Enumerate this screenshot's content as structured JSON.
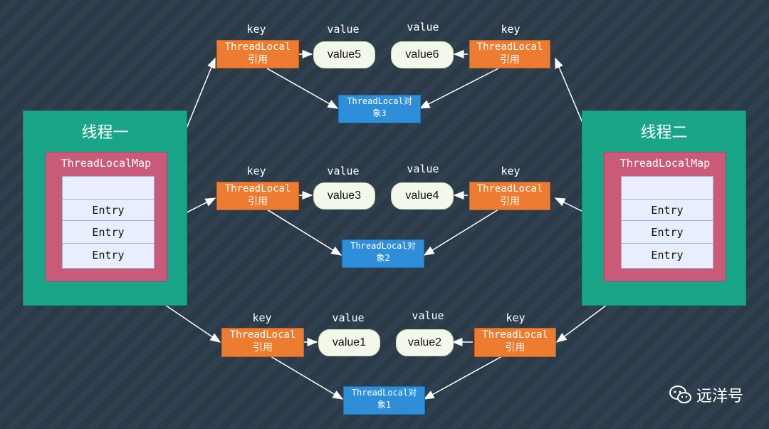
{
  "threads": [
    {
      "title": "线程一",
      "map_label": "ThreadLocalMap",
      "entries": [
        "",
        "Entry",
        "Entry",
        "Entry"
      ]
    },
    {
      "title": "线程二",
      "map_label": "ThreadLocalMap",
      "entries": [
        "",
        "Entry",
        "Entry",
        "Entry"
      ]
    }
  ],
  "groups": [
    {
      "left": {
        "key_label": "key",
        "ref_line1": "ThreadLocal",
        "ref_line2": "引用",
        "value_label": "value",
        "value": "value5"
      },
      "right": {
        "key_label": "key",
        "ref_line1": "ThreadLocal",
        "ref_line2": "引用",
        "value_label": "value",
        "value": "value6"
      },
      "object": {
        "line1": "ThreadLocal对",
        "line2": "象3"
      }
    },
    {
      "left": {
        "key_label": "key",
        "ref_line1": "ThreadLocal",
        "ref_line2": "引用",
        "value_label": "value",
        "value": "value3"
      },
      "right": {
        "key_label": "key",
        "ref_line1": "ThreadLocal",
        "ref_line2": "引用",
        "value_label": "value",
        "value": "value4"
      },
      "object": {
        "line1": "ThreadLocal对",
        "line2": "象2"
      }
    },
    {
      "left": {
        "key_label": "key",
        "ref_line1": "ThreadLocal",
        "ref_line2": "引用",
        "value_label": "value",
        "value": "value1"
      },
      "right": {
        "key_label": "key",
        "ref_line1": "ThreadLocal",
        "ref_line2": "引用",
        "value_label": "value",
        "value": "value2"
      },
      "object": {
        "line1": "ThreadLocal对",
        "line2": "象1"
      }
    }
  ],
  "watermark": {
    "text": "远洋号",
    "icon": "wechat-icon"
  },
  "colors": {
    "thread": "#19a587",
    "map": "#c95b78",
    "ref": "#ed7c31",
    "object": "#2e8ed8",
    "value": "#f3f9ea"
  }
}
